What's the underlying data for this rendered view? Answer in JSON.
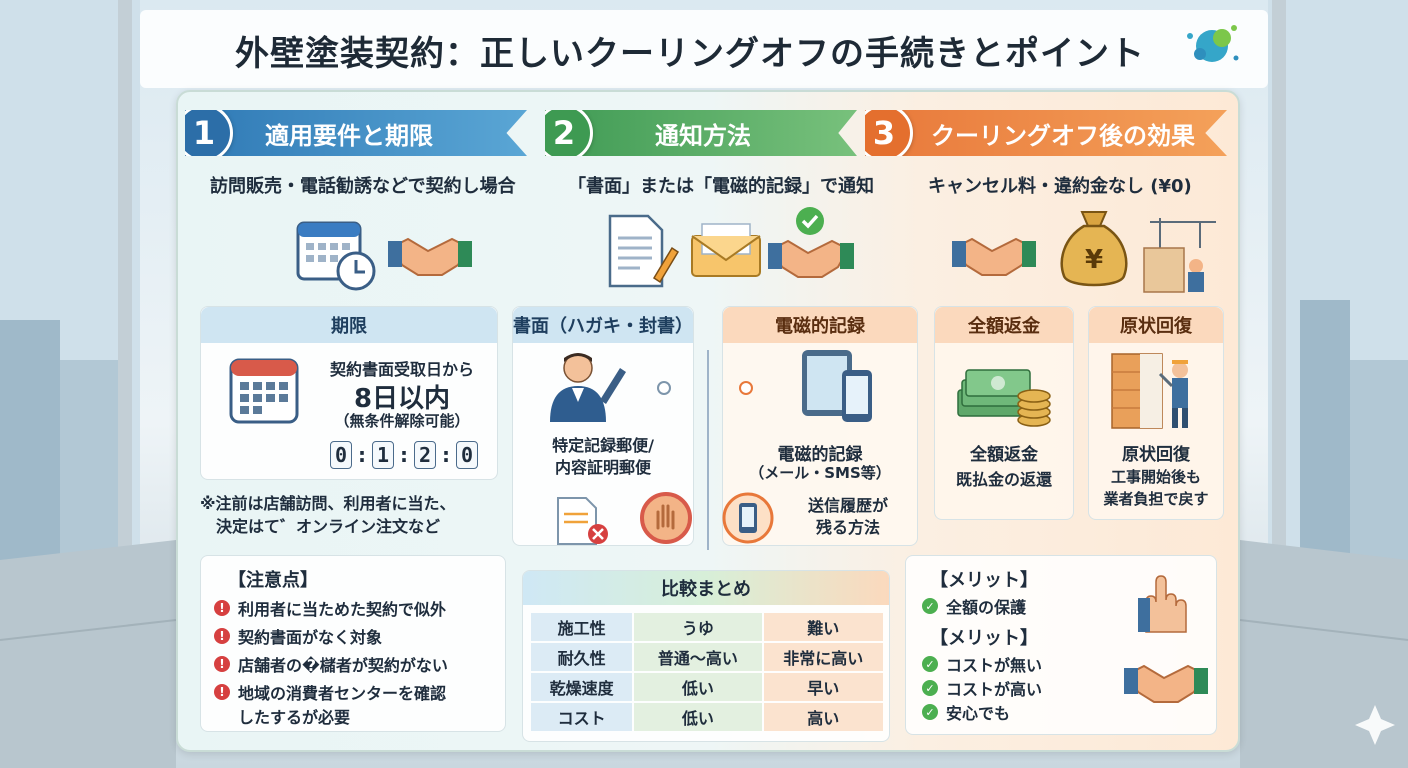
{
  "title": "外壁塗装契約：正しいクーリングオフの手続きとポイント",
  "steps": [
    {
      "num": "1",
      "label": "適用要件と期限",
      "subtitle": "訪問販売・電話勧誘などで契約し場合"
    },
    {
      "num": "2",
      "label": "通知方法",
      "subtitle": "「書面」または「電磁的記録」で通知"
    },
    {
      "num": "3",
      "label": "クーリングオフ後の効果",
      "subtitle": "キャンセル料・違約金なし (¥0)"
    }
  ],
  "deadline": {
    "header": "期限",
    "line1": "契約書面受取日から",
    "line2": "8日以内",
    "line3": "（無条件解除可能）",
    "digits": [
      "0",
      "1",
      "2",
      "0"
    ]
  },
  "exception": {
    "line1": "※注前は店舗訪問、利用者に当た、",
    "line2": "決定はて゛オンライン注文など"
  },
  "written": {
    "header": "書面（ハガキ・封書）",
    "line1": "特定記録郵便/",
    "line2": "内容証明郵便"
  },
  "electronic": {
    "header": "電磁的記録",
    "line1": "電磁的記録",
    "line2": "（メール・SMS等）",
    "line3": "送信履歴が",
    "line4": "残る方法"
  },
  "refund": {
    "header": "全額返金",
    "line1": "全額返金",
    "line2": "既払金の返還"
  },
  "restore": {
    "header": "原状回復",
    "line1": "原状回復",
    "line2": "工事開始後も",
    "line3": "業者負担で戻す"
  },
  "cautions": {
    "header": "【注意点】",
    "items": [
      "利用者に当ためた契約で似外",
      "契約書面がなく対象",
      "店舗者の�櫧者が契約がない",
      "地域の消費者センターを確認",
      "したするが必要"
    ]
  },
  "comparison": {
    "title": "比較まとめ",
    "rows": [
      [
        "施工性",
        "うゆ",
        "難い"
      ],
      [
        "耐久性",
        "普通〜高い",
        "非常に高い"
      ],
      [
        "乾燥速度",
        "低い",
        "早い"
      ],
      [
        "コスト",
        "低い",
        "高い"
      ]
    ]
  },
  "merits": {
    "header1": "【メリット】",
    "items1": [
      "全額の保護"
    ],
    "header2": "【メリット】",
    "items2": [
      "コストが無い",
      "コストが高い",
      "安心でも"
    ]
  },
  "money_symbol": "¥",
  "colors": {
    "step1": "#2f79b5",
    "step2": "#3f9a54",
    "step3": "#e8783a"
  }
}
